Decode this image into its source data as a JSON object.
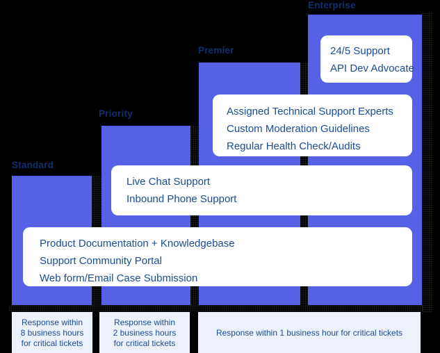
{
  "diagram": "support-plan-tiers",
  "colors": {
    "background": "#000000",
    "bar": "#5562e8",
    "tier_label_text": "#12306e",
    "card_background": "#ffffff",
    "card_text": "#1b4c94",
    "footer_background": "#edf1fb",
    "footer_text": "#1b4c94"
  },
  "tiers": [
    {
      "label": "Standard"
    },
    {
      "label": "Priority"
    },
    {
      "label": "Premier"
    },
    {
      "label": "Enterprise"
    }
  ],
  "feature_cards": [
    {
      "lines": [
        "24/5 Support",
        "API Dev Advocate"
      ]
    },
    {
      "lines": [
        "Assigned Technical Support Experts",
        "Custom Moderation Guidelines",
        "Regular Health Check/Audits"
      ]
    },
    {
      "lines": [
        "Live Chat Support",
        "Inbound Phone Support"
      ]
    },
    {
      "lines": [
        "Product Documentation + Knowledgebase",
        "Support Community Portal",
        "Web form/Email Case Submission"
      ]
    }
  ],
  "response_bars": [
    {
      "lines": [
        "Response within",
        "8 business hours",
        "for critical tickets"
      ]
    },
    {
      "lines": [
        "Response within",
        "2 business hours",
        "for critical tickets"
      ]
    },
    {
      "lines": [
        "Response within 1 business hour for critical tickets"
      ]
    }
  ]
}
